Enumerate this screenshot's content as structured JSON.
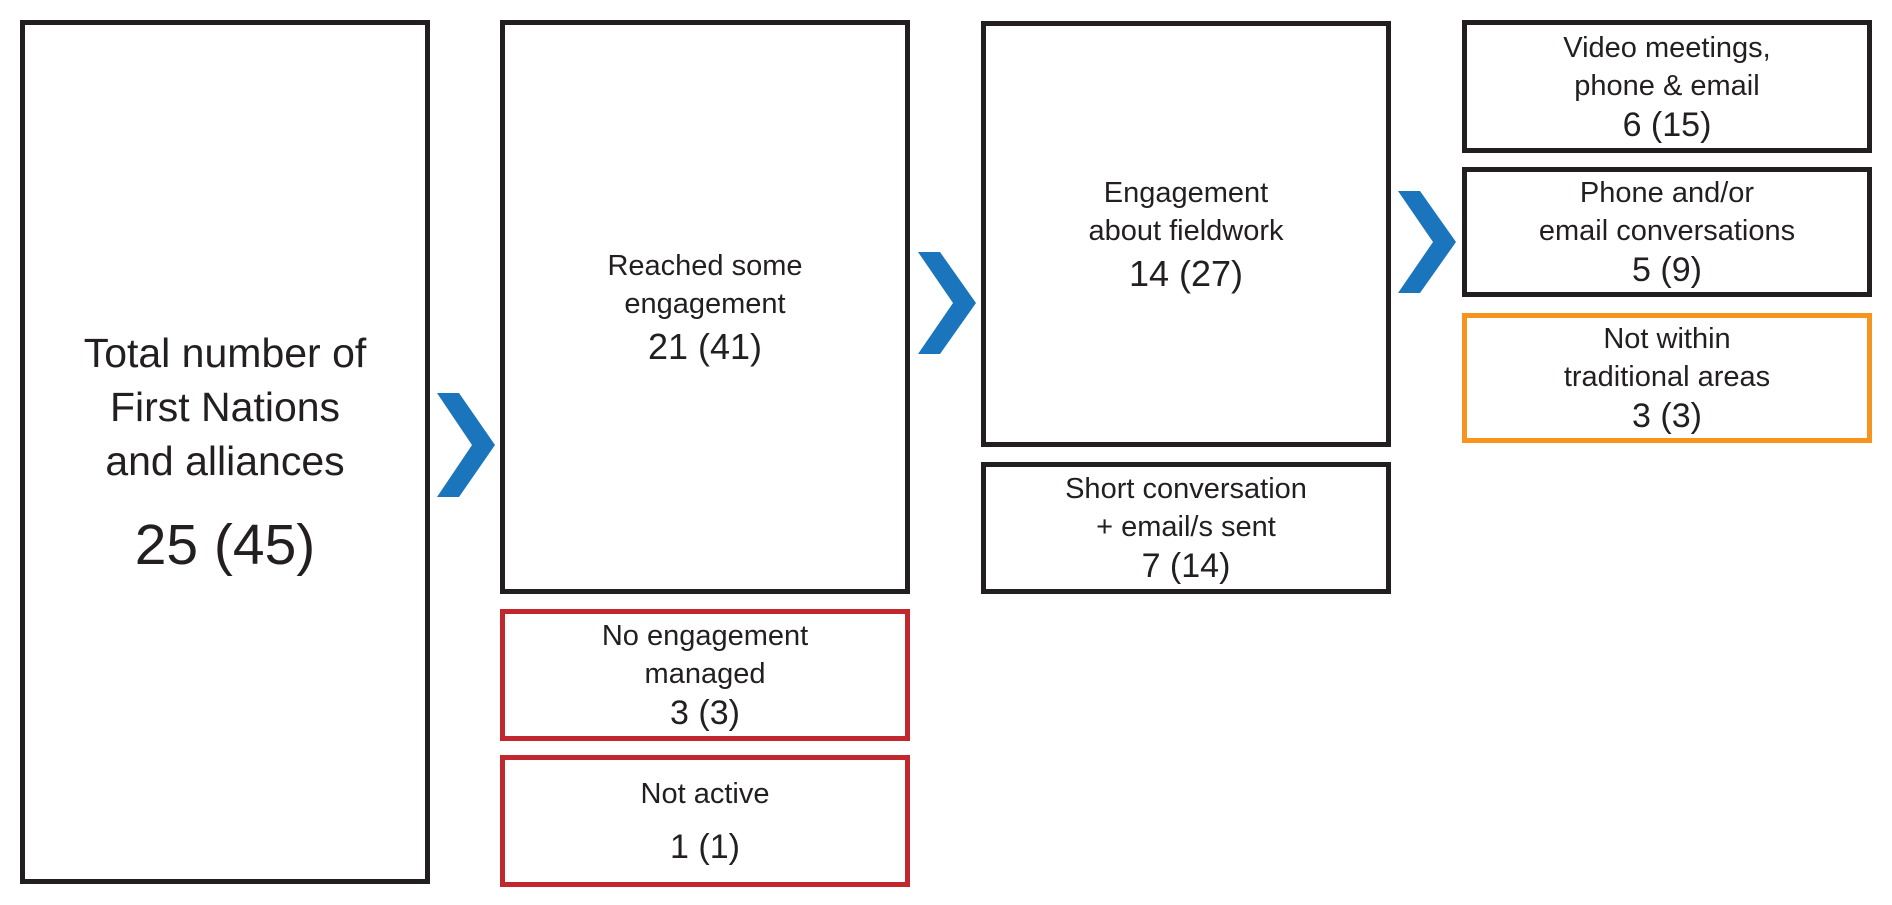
{
  "diagram": {
    "total": {
      "label_lines": [
        "Total number of",
        "First Nations",
        "and alliances"
      ],
      "value": "25 (45)"
    },
    "reached": {
      "label_lines": [
        "Reached some",
        "engagement"
      ],
      "value": "21 (41)"
    },
    "no_engagement": {
      "label_lines": [
        "No engagement",
        "managed"
      ],
      "value": "3 (3)"
    },
    "not_active": {
      "label_lines": [
        "Not active"
      ],
      "value": "1 (1)"
    },
    "fieldwork": {
      "label_lines": [
        "Engagement",
        "about fieldwork"
      ],
      "value": "14 (27)"
    },
    "short_conversation": {
      "label_lines": [
        "Short conversation",
        "+ email/s sent"
      ],
      "value": "7 (14)"
    },
    "video": {
      "label_lines": [
        "Video meetings,",
        "phone & email"
      ],
      "value": "6 (15)"
    },
    "phone": {
      "label_lines": [
        "Phone and/or",
        "email conversations"
      ],
      "value": "5 (9)"
    },
    "not_within": {
      "label_lines": [
        "Not within",
        "traditional areas"
      ],
      "value": "3 (3)"
    }
  },
  "colors": {
    "border_default": "#231f20",
    "border_red": "#c1272d",
    "border_orange": "#f7941d",
    "arrow": "#1b75bc"
  },
  "icons": {
    "arrow": "chevron-right-icon"
  }
}
